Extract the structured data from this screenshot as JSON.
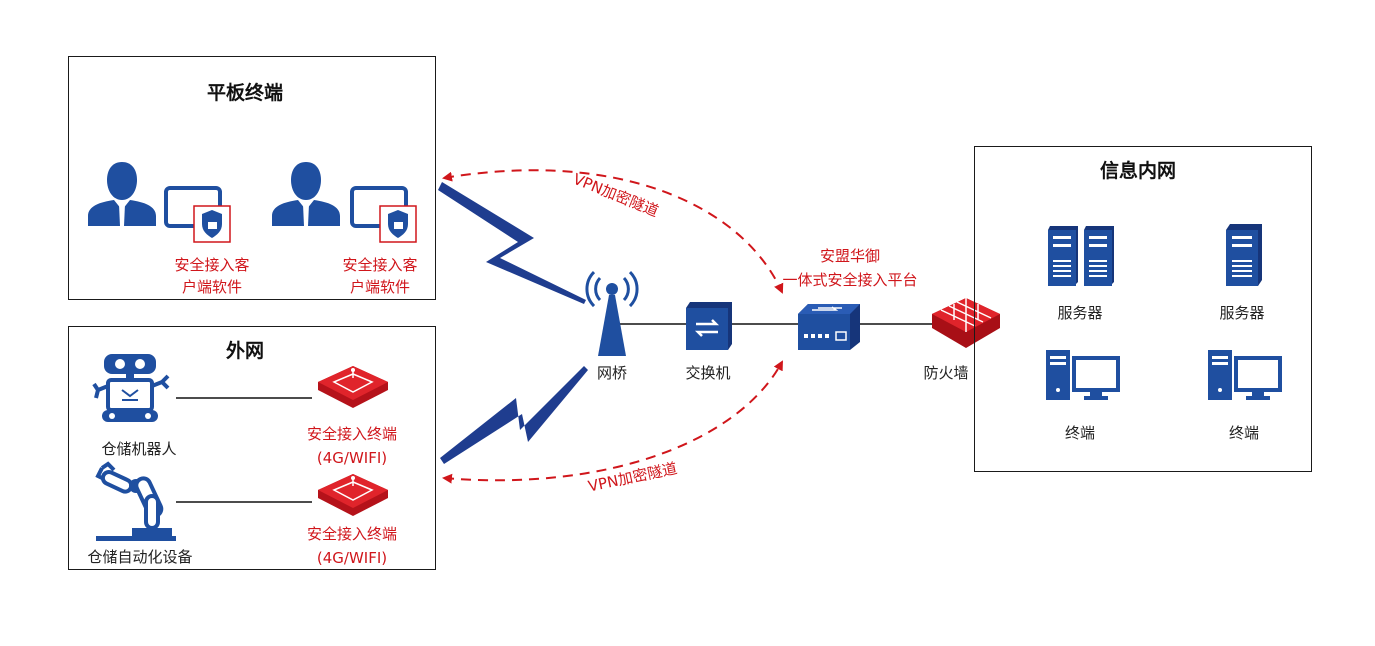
{
  "tablet_group": {
    "title": "平板终端",
    "client_label_1": "安全接入客",
    "client_label_2": "户端软件"
  },
  "wan_group": {
    "title": "外网",
    "robot_label": "仓储机器人",
    "automation_label": "仓储自动化设备",
    "terminal_label": "安全接入终端",
    "terminal_sub": "(4G/WIFI)"
  },
  "intranet_group": {
    "title": "信息内网",
    "server_label": "服务器",
    "terminal_label": "终端"
  },
  "network": {
    "bridge_label": "网桥",
    "switch_label": "交换机",
    "platform_label_1": "安盟华御",
    "platform_label_2": "一体式安全接入平台",
    "firewall_label": "防火墙",
    "tunnel_label": "VPN加密隧道"
  },
  "colors": {
    "blue": "#1f4fa0",
    "red": "#d0161b"
  }
}
